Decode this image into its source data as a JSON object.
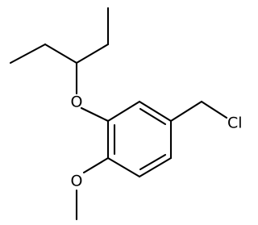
{
  "molecule": {
    "atoms": [
      {
        "id": "O1",
        "label": "O"
      },
      {
        "id": "O2",
        "label": "O"
      },
      {
        "id": "Cl",
        "label": "Cl"
      }
    ]
  }
}
